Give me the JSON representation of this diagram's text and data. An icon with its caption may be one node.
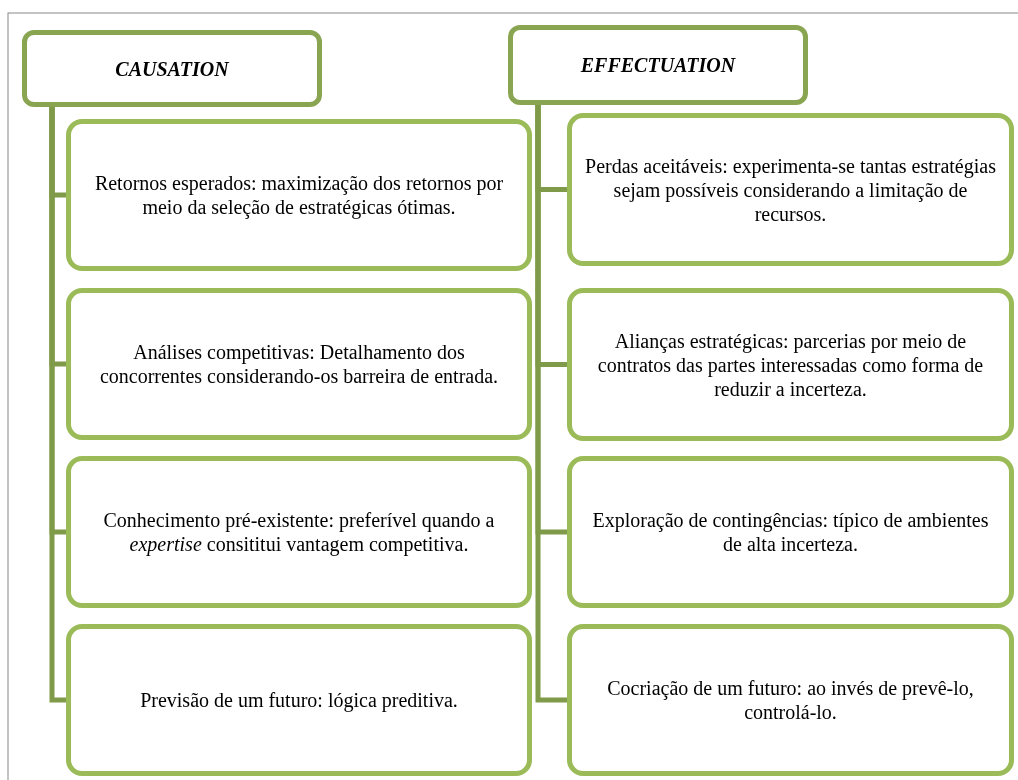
{
  "diagram": {
    "nodes": [
      {
        "text": [
          "CAUSATION"
        ]
      },
      {
        "text": [
          "Retornos esperados: maximização dos retornos por meio da seleção de estratégicas ótimas."
        ]
      },
      {
        "text": [
          "Análises competitivas: Detalhamento dos concorrentes considerando-os barreira de entrada."
        ]
      },
      {
        "text": [
          "Conhecimento pré-existente: preferível quando a *expertise* consititui vantagem competitiva."
        ]
      },
      {
        "text": [
          "Previsão de um futuro: lógica preditiva."
        ]
      },
      {
        "text": [
          "EFFECTUATION"
        ]
      },
      {
        "text": [
          "Perdas aceitáveis: experimenta-se tantas estratégias sejam possíveis considerando a limitação de recursos."
        ]
      },
      {
        "text": [
          "Alianças estratégicas: parcerias por meio de contratos das partes interessadas como forma de reduzir a incerteza."
        ]
      },
      {
        "text": [
          "Exploração de contingências: típico de ambientes de alta incerteza."
        ]
      },
      {
        "text": [
          "Cocriação de um futuro: ao invés de prevê-lo,  controlá-lo."
        ]
      }
    ],
    "edges": [
      {
        "from": 0,
        "to": 1,
        "arrow": "none"
      },
      {
        "from": 0,
        "to": 2,
        "arrow": "none"
      },
      {
        "from": 0,
        "to": 3,
        "arrow": "none"
      },
      {
        "from": 0,
        "to": 4,
        "arrow": "none"
      },
      {
        "from": 5,
        "to": 6,
        "arrow": "none"
      },
      {
        "from": 5,
        "to": 7,
        "arrow": "none"
      },
      {
        "from": 5,
        "to": 8,
        "arrow": "none"
      },
      {
        "from": 5,
        "to": 9,
        "arrow": "none"
      }
    ]
  }
}
